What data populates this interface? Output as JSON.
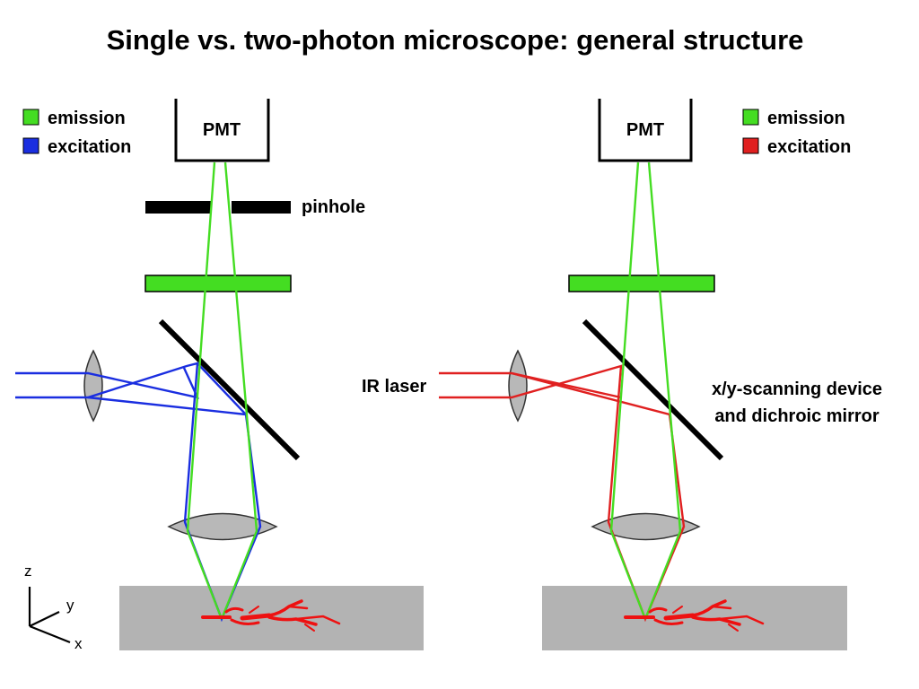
{
  "title": "Single vs. two-photon microscope: general structure",
  "colors": {
    "emission": "#44dd22",
    "single_excitation": "#1a2ee0",
    "two_photon_excitation": "#e02020",
    "sample": "#b3b3b3",
    "lens": "#b8b8b8",
    "neuron": "#ee1111"
  },
  "left_panel": {
    "legend": [
      {
        "label": "emission",
        "color": "#44dd22"
      },
      {
        "label": "excitation",
        "color": "#1a2ee0"
      }
    ],
    "detector_label": "PMT",
    "pinhole_label": "pinhole"
  },
  "right_panel": {
    "legend": [
      {
        "label": "emission",
        "color": "#44dd22"
      },
      {
        "label": "excitation",
        "color": "#e02020"
      }
    ],
    "detector_label": "PMT",
    "laser_label": "IR laser",
    "scanner_label_line1": "x/y-scanning device",
    "scanner_label_line2": "and dichroic mirror"
  },
  "axes": {
    "z": "z",
    "y": "y",
    "x": "x"
  }
}
